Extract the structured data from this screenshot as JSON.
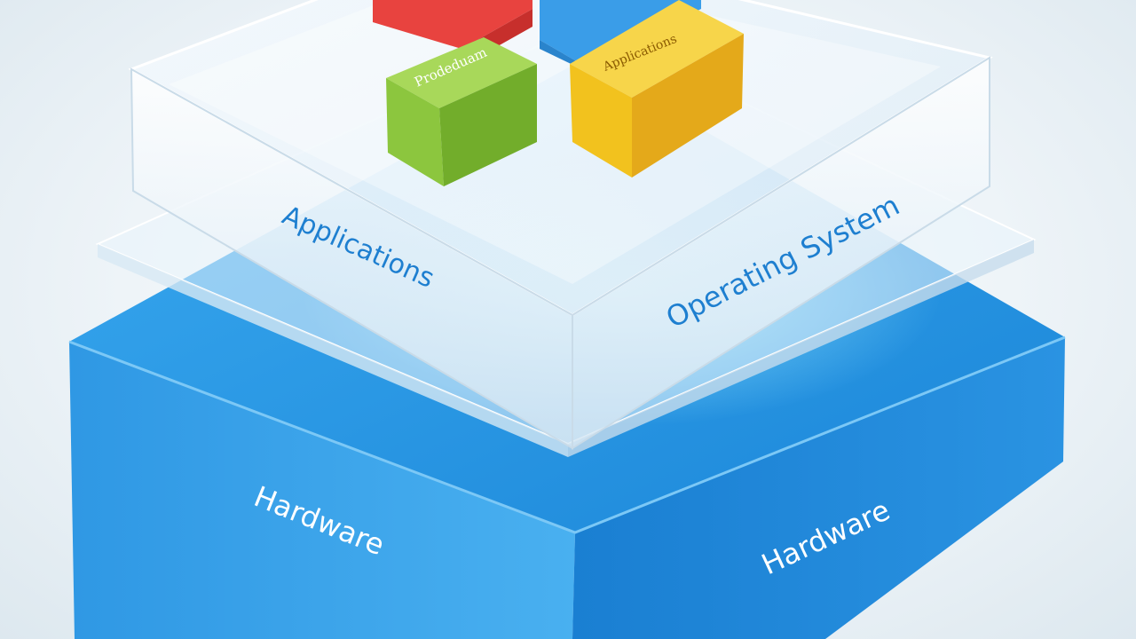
{
  "layers": {
    "top": {
      "left_label": "Applications",
      "right_label": "Operating System"
    },
    "base": {
      "left_label": "Hardware",
      "right_label": "Hardware"
    }
  },
  "cubes": [
    {
      "name": "red",
      "color": "#e8433f",
      "label": ""
    },
    {
      "name": "blue",
      "color": "#3a9de8",
      "label": ""
    },
    {
      "name": "green",
      "color": "#8cc63e",
      "label": "Prodeduam"
    },
    {
      "name": "yellow",
      "color": "#f2c21e",
      "label": "Applications"
    }
  ],
  "colors": {
    "base_blue": "#1f8fe0",
    "label_blue": "#1e7fd0",
    "glass_edge": "#c9dbe8"
  }
}
